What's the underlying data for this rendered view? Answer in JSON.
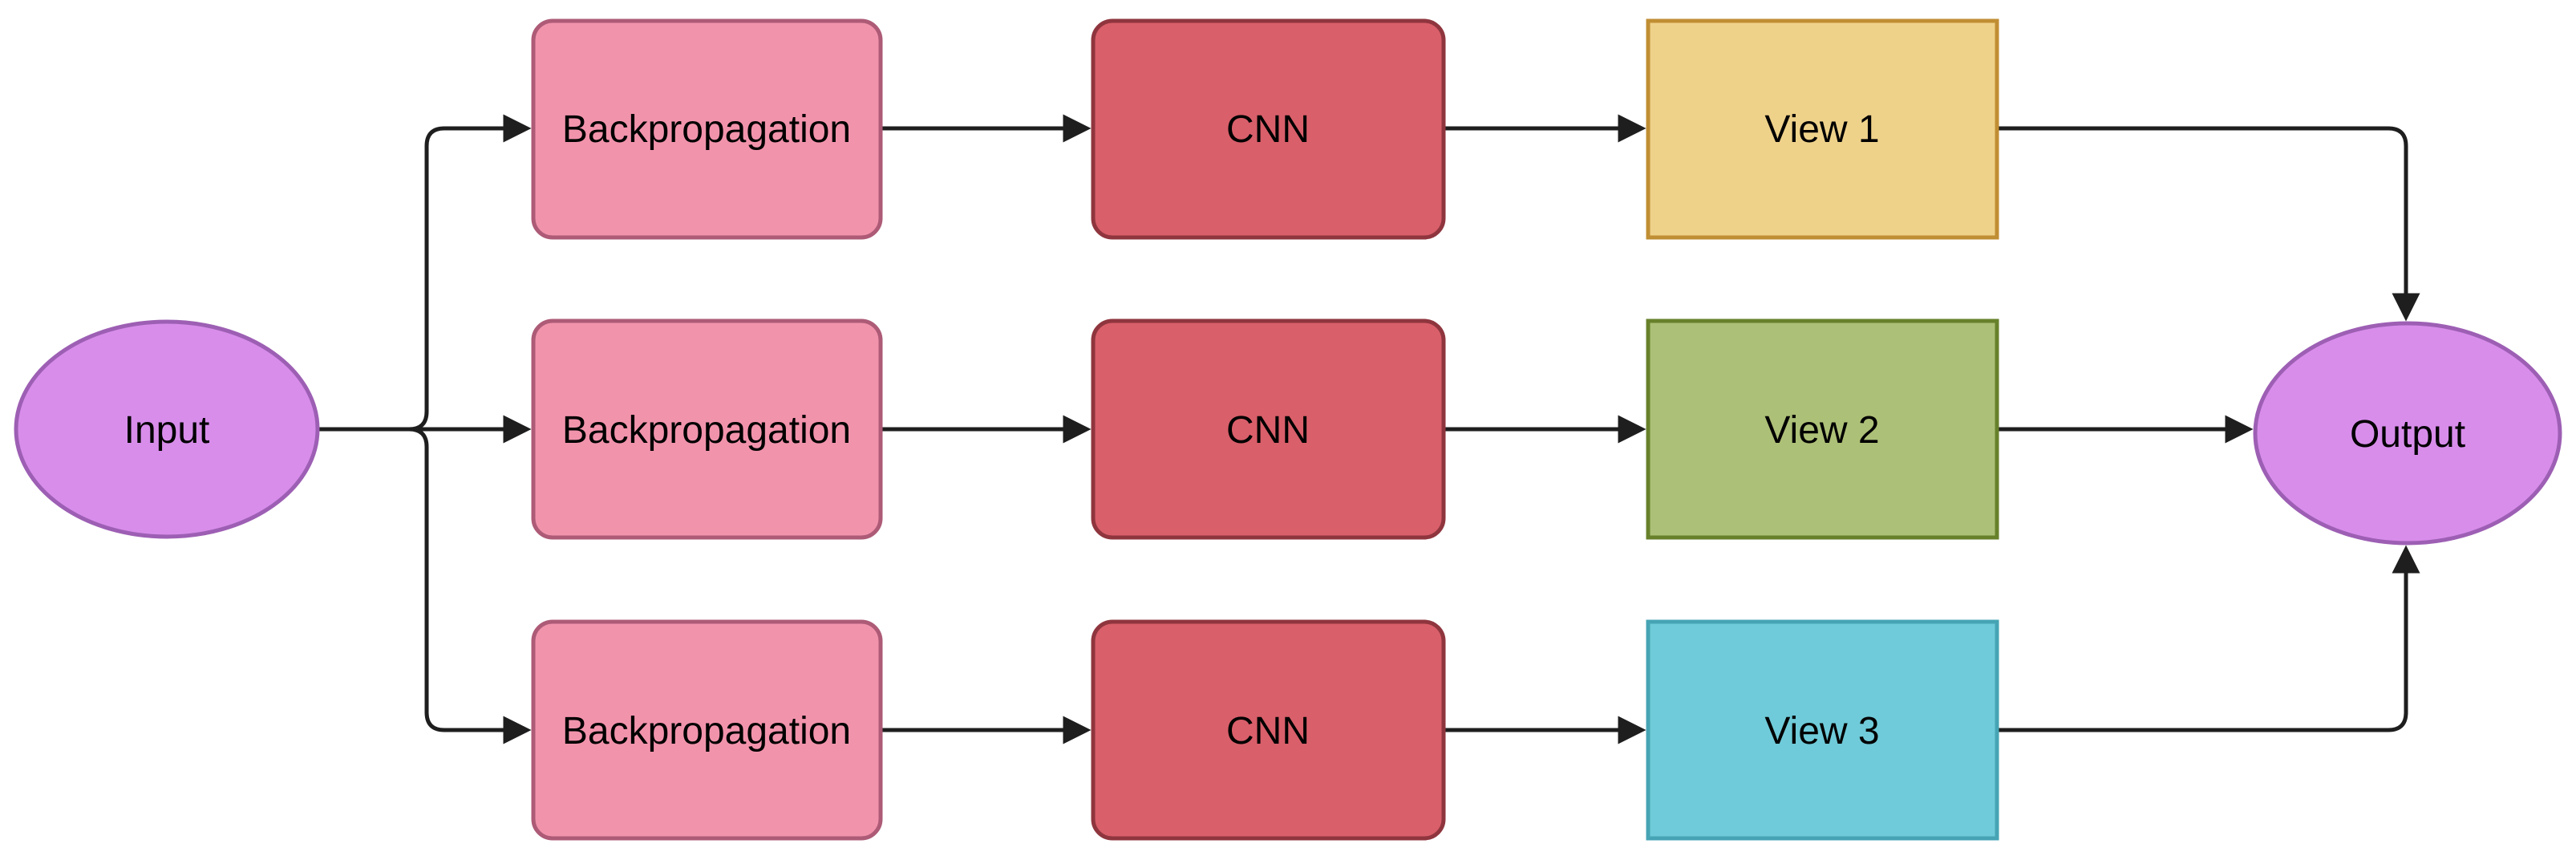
{
  "diagram": {
    "type": "flowchart",
    "background": "#ffffff",
    "line_color": "#1e1e1e",
    "text_color": "#000000",
    "nodes": {
      "input": {
        "label": "Input",
        "shape": "ellipse",
        "fill": "#d88deb",
        "stroke": "#9d5fb4"
      },
      "backpropagation": {
        "label": "Backpropagation",
        "shape": "rounded-rectangle",
        "fill": "#f293ac",
        "stroke": "#ad5b77"
      },
      "cnn": {
        "label": "CNN",
        "shape": "rounded-rectangle",
        "fill": "#d95f6a",
        "stroke": "#8f353e"
      },
      "view1": {
        "label": "View 1",
        "shape": "rectangle",
        "fill": "#efd28a",
        "stroke": "#c08e33"
      },
      "view2": {
        "label": "View 2",
        "shape": "rectangle",
        "fill": "#adc077",
        "stroke": "#67812b"
      },
      "view3": {
        "label": "View 3",
        "shape": "rectangle",
        "fill": "#6fcbd9",
        "stroke": "#46a4b4"
      },
      "output": {
        "label": "Output",
        "shape": "ellipse",
        "fill": "#d88deb",
        "stroke": "#9d5fb4"
      }
    },
    "edges": [
      {
        "from": "Input",
        "to": "Backpropagation (row 1)",
        "arrow": true
      },
      {
        "from": "Input",
        "to": "Backpropagation (row 2)",
        "arrow": true
      },
      {
        "from": "Input",
        "to": "Backpropagation (row 3)",
        "arrow": true
      },
      {
        "from": "Backpropagation (row 1)",
        "to": "CNN (row 1)",
        "arrow": true
      },
      {
        "from": "Backpropagation (row 2)",
        "to": "CNN (row 2)",
        "arrow": true
      },
      {
        "from": "Backpropagation (row 3)",
        "to": "CNN (row 3)",
        "arrow": true
      },
      {
        "from": "CNN (row 1)",
        "to": "View 1",
        "arrow": true
      },
      {
        "from": "CNN (row 2)",
        "to": "View 2",
        "arrow": true
      },
      {
        "from": "CNN (row 3)",
        "to": "View 3",
        "arrow": true
      },
      {
        "from": "View 1",
        "to": "Output",
        "arrow": true
      },
      {
        "from": "View 2",
        "to": "Output",
        "arrow": true
      },
      {
        "from": "View 3",
        "to": "Output",
        "arrow": true
      }
    ]
  }
}
